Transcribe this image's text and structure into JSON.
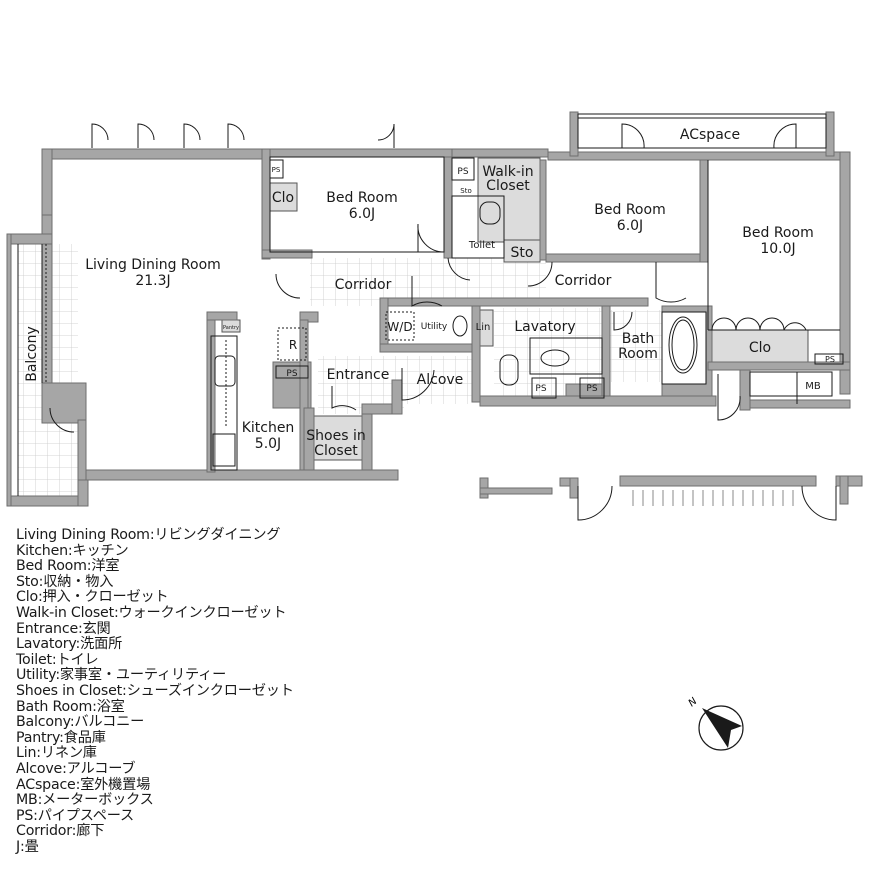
{
  "floorplan": {
    "rooms": {
      "living_dining": {
        "name": "Living Dining Room",
        "size": "21.3J"
      },
      "bedroom_1": {
        "name": "Bed Room",
        "size": "6.0J"
      },
      "bedroom_2": {
        "name": "Bed Room",
        "size": "6.0J"
      },
      "bedroom_3": {
        "name": "Bed Room",
        "size": "10.0J"
      },
      "kitchen": {
        "name": "Kitchen",
        "size": "5.0J"
      },
      "walk_in_closet": {
        "name1": "Walk-in",
        "name2": "Closet"
      },
      "toilet": {
        "name": "Toilet"
      },
      "corridor_1": {
        "name": "Corridor"
      },
      "corridor_2": {
        "name": "Corridor"
      },
      "entrance": {
        "name": "Entrance"
      },
      "alcove": {
        "name": "Alcove"
      },
      "utility": {
        "name": "Utility"
      },
      "wd": {
        "name": "W/D"
      },
      "lin": {
        "name": "Lin"
      },
      "lavatory": {
        "name": "Lavatory"
      },
      "bath_room": {
        "name1": "Bath",
        "name2": "Room"
      },
      "shoes_closet": {
        "name1": "Shoes in",
        "name2": "Closet"
      },
      "balcony": {
        "name": "Balcony"
      },
      "acspace": {
        "name": "ACspace"
      },
      "pantry": {
        "name": "Pantry"
      },
      "refrigerator": {
        "name": "R"
      },
      "mb": {
        "name": "MB"
      }
    },
    "small_labels": {
      "clo": "Clo",
      "sto": "Sto",
      "ps": "PS"
    }
  },
  "legend": [
    {
      "term": "Living Dining Room",
      "meaning": "リビングダイニング"
    },
    {
      "term": "Kitchen",
      "meaning": "キッチン"
    },
    {
      "term": "Bed Room",
      "meaning": "洋室"
    },
    {
      "term": "Sto",
      "meaning": "収納・物入"
    },
    {
      "term": "Clo",
      "meaning": "押入・クローゼット"
    },
    {
      "term": "Walk-in Closet",
      "meaning": "ウォークインクローゼット"
    },
    {
      "term": "Entrance",
      "meaning": "玄関"
    },
    {
      "term": "Lavatory",
      "meaning": "洗面所"
    },
    {
      "term": "Toilet",
      "meaning": "トイレ"
    },
    {
      "term": "Utility",
      "meaning": "家事室・ユーティリティー"
    },
    {
      "term": "Shoes in Closet",
      "meaning": "シューズインクローゼット"
    },
    {
      "term": "Bath Room",
      "meaning": "浴室"
    },
    {
      "term": "Balcony",
      "meaning": "バルコニー"
    },
    {
      "term": "Pantry",
      "meaning": "食品庫"
    },
    {
      "term": "Lin",
      "meaning": "リネン庫"
    },
    {
      "term": "Alcove",
      "meaning": "アルコーブ"
    },
    {
      "term": "ACspace",
      "meaning": "室外機置場"
    },
    {
      "term": "MB",
      "meaning": "メーターボックス"
    },
    {
      "term": "PS",
      "meaning": "パイプスペース"
    },
    {
      "term": "Corridor",
      "meaning": "廊下"
    },
    {
      "term": "J",
      "meaning": "畳"
    }
  ],
  "legend_separator": ":",
  "compass": {
    "label": "N"
  },
  "colors": {
    "wall": "#a6a6a6",
    "wall_stroke": "#6e6e6e",
    "storage": "#dcdcdc",
    "line": "#1a1a1a",
    "tile": "#c8c8c8"
  }
}
